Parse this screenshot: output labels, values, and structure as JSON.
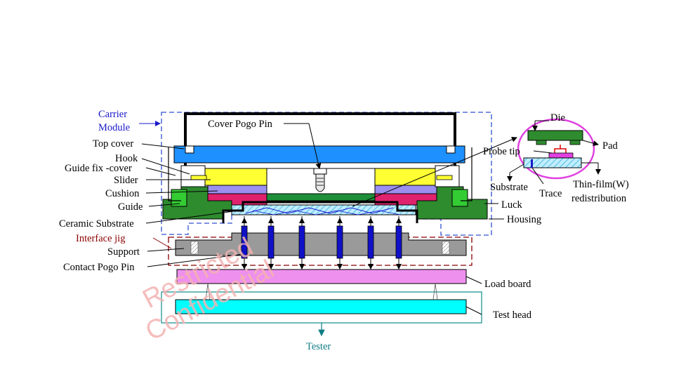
{
  "labels": {
    "carrier": "Carrier",
    "module": "Module",
    "top_cover": "Top cover",
    "hook": "Hook",
    "guide_fix_cover": "Guide fix -cover",
    "slider": "Slider",
    "cushion": "Cushion",
    "guide": "Guide",
    "ceramic_substrate": "Ceramic Substrate",
    "interface_jig": "Interface jig",
    "support": "Support",
    "contact_pogo_pin": "Contact Pogo Pin",
    "cover_pogo_pin": "Cover Pogo Pin",
    "die": "Die",
    "pad": "Pad",
    "probe_tip": "Probe tip",
    "substrate": "Substrate",
    "trace": "Trace",
    "thin_film_1": "Thin-film(W)",
    "thin_film_2": "redistribution",
    "luck": "Luck",
    "housing": "Housing",
    "load_board": "Load board",
    "test_head": "Test head",
    "tester": "Tester"
  },
  "watermark": {
    "line1": "Restricted",
    "line2": "Confidential"
  },
  "colors": {
    "top_cover": "#1e90ff",
    "slider": "#ffff33",
    "cushion": "#9b8ff0",
    "guide": "#2e8b2e",
    "hot_pink": "#e0226e",
    "support": "#9a9a9a",
    "load_board": "#ee90ee",
    "test_head": "#00ffff",
    "pin": "#1010c8",
    "callout": "#e040e0"
  }
}
